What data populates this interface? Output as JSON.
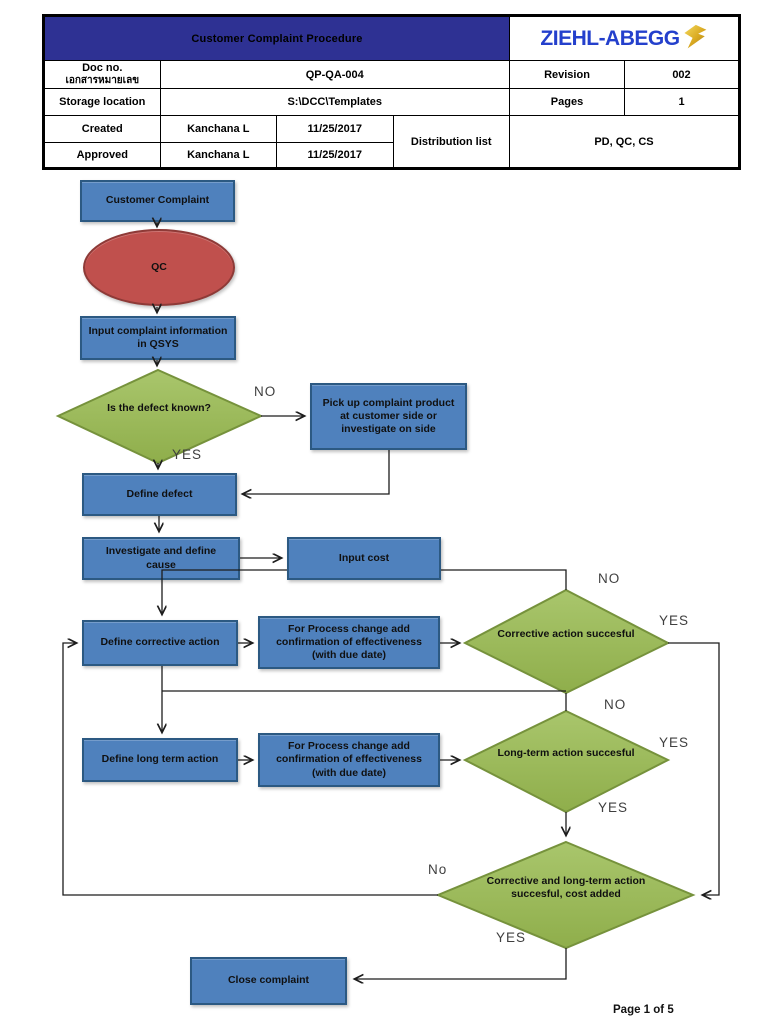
{
  "document": {
    "title": "Customer Complaint Procedure",
    "logo_text": "ZIEHL-ABEGG",
    "footer": "Page 1 of 5",
    "info_table": {
      "doc_no_label": "Doc no.",
      "doc_no_label_thai": "เอกสารหมายเลข",
      "doc_no_value": "QP-QA-004",
      "revision_label": "Revision",
      "revision_value": "002",
      "storage_label": "Storage location",
      "storage_value": "S:\\DCC\\Templates",
      "pages_label": "Pages",
      "pages_value": "1",
      "created_label": "Created",
      "created_by": "Kanchana L",
      "created_date": "11/25/2017",
      "approved_label": "Approved",
      "approved_by": "Kanchana L",
      "approved_date": "11/25/2017",
      "distribution_label": "Distribution list",
      "distribution_value": "PD, QC, CS"
    }
  },
  "flowchart": {
    "nodes": {
      "customer_complaint": "Customer Complaint",
      "qc": "QC",
      "input_complaint": "Input complaint information in QSYS",
      "defect_known": "Is the defect known?",
      "pick_up": "Pick up complaint product at customer side or investigate on side",
      "define_defect": "Define defect",
      "investigate_cause": "Investigate and define cause",
      "input_cost": "Input cost",
      "define_corrective": "Define corrective action",
      "process_change_1": "For Process change add confirmation of effectiveness (with due date)",
      "corrective_successful": "Corrective action succesful",
      "define_long_term": "Define long term action",
      "process_change_2": "For Process change add confirmation of effectiveness (with due date)",
      "long_term_successful": "Long-term action succesful",
      "both_successful": "Corrective and long-term action succesful, cost added",
      "close_complaint": "Close complaint"
    },
    "labels": {
      "defect_no": "NO",
      "defect_yes": "YES",
      "corrective_no": "NO",
      "corrective_yes": "YES",
      "longterm_no": "NO",
      "longterm_yes_right": "YES",
      "longterm_yes_bottom": "YES",
      "both_no": "No",
      "both_yes": "YES"
    },
    "colors": {
      "process_fill": "#4f81bd",
      "process_border": "#2c5982",
      "decision_fill": "#9bbb59",
      "decision_border": "#76923c",
      "terminator_fill": "#c0504d",
      "terminator_border": "#8e3a37",
      "header_bar": "#2e3193",
      "logo_blue": "#2440cc",
      "logo_gold": "#d9a921",
      "connector": "#1c1c1c"
    }
  }
}
